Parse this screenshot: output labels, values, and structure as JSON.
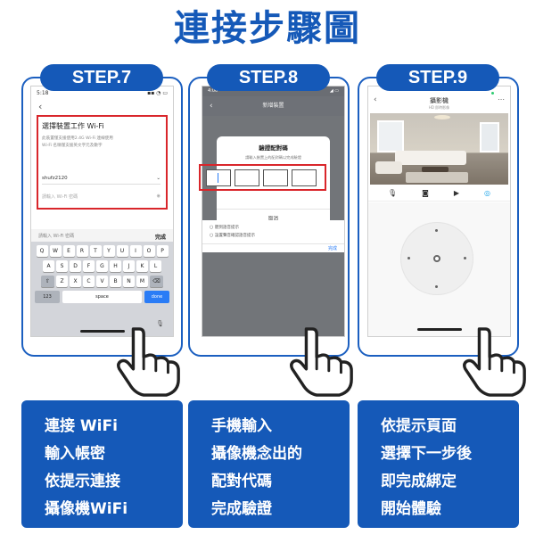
{
  "title": "連接步驟圖",
  "steps": [
    {
      "badge": "STEP.7",
      "desc": [
        "連接 WiFi",
        "輸入帳密",
        "依提示連接",
        "攝像機WiFi"
      ],
      "phone": {
        "time": "5:18",
        "form_title": "選擇裝置工作 Wi-Fi",
        "hint1": "此裝置僅支援使用2.4G Wi-Fi 連線使用",
        "hint2": "Wi-Fi 名稱僅支援英文字元及數字",
        "ssid": "shufz2120",
        "password_placeholder": "請輸入 Wi-Fi 密碼",
        "kb_toolbar_left": "請輸入 Wi-Fi 密碼",
        "kb_done": "完成",
        "keys_row1": [
          "Q",
          "W",
          "E",
          "R",
          "T",
          "Y",
          "U",
          "I",
          "O",
          "P"
        ],
        "keys_row2": [
          "A",
          "S",
          "D",
          "F",
          "G",
          "H",
          "J",
          "K",
          "L"
        ],
        "keys_row3": [
          "Z",
          "X",
          "C",
          "V",
          "B",
          "N",
          "M"
        ],
        "key_123": "123",
        "key_space": "space",
        "key_done": "done"
      }
    },
    {
      "badge": "STEP.8",
      "desc": [
        "手機輸入",
        "攝像機念出的",
        "配對代碼",
        "完成驗證"
      ],
      "phone": {
        "time": "4:00",
        "header": "新增裝置",
        "dialog_title": "驗證配對碼",
        "dialog_hint": "請輸入裝置上的配對碼以完成驗證",
        "cancel": "取消",
        "list1": "聽到語音提示",
        "list2": "設置聲音確認語音提示",
        "done": "完成"
      }
    },
    {
      "badge": "STEP.9",
      "desc": [
        "依提示頁面",
        "選擇下一步後",
        "即完成綁定",
        "開始體驗"
      ],
      "phone": {
        "header_title": "攝影機",
        "header_sub": "HD 即時影像"
      }
    }
  ],
  "colors": {
    "brand": "#1559b8",
    "highlight": "#d9262b",
    "accent": "#2a7cf6"
  },
  "icons": [
    "hand-pointer-icon",
    "wifi-icon",
    "mic-icon",
    "camera-icon",
    "video-icon",
    "settings-icon"
  ]
}
